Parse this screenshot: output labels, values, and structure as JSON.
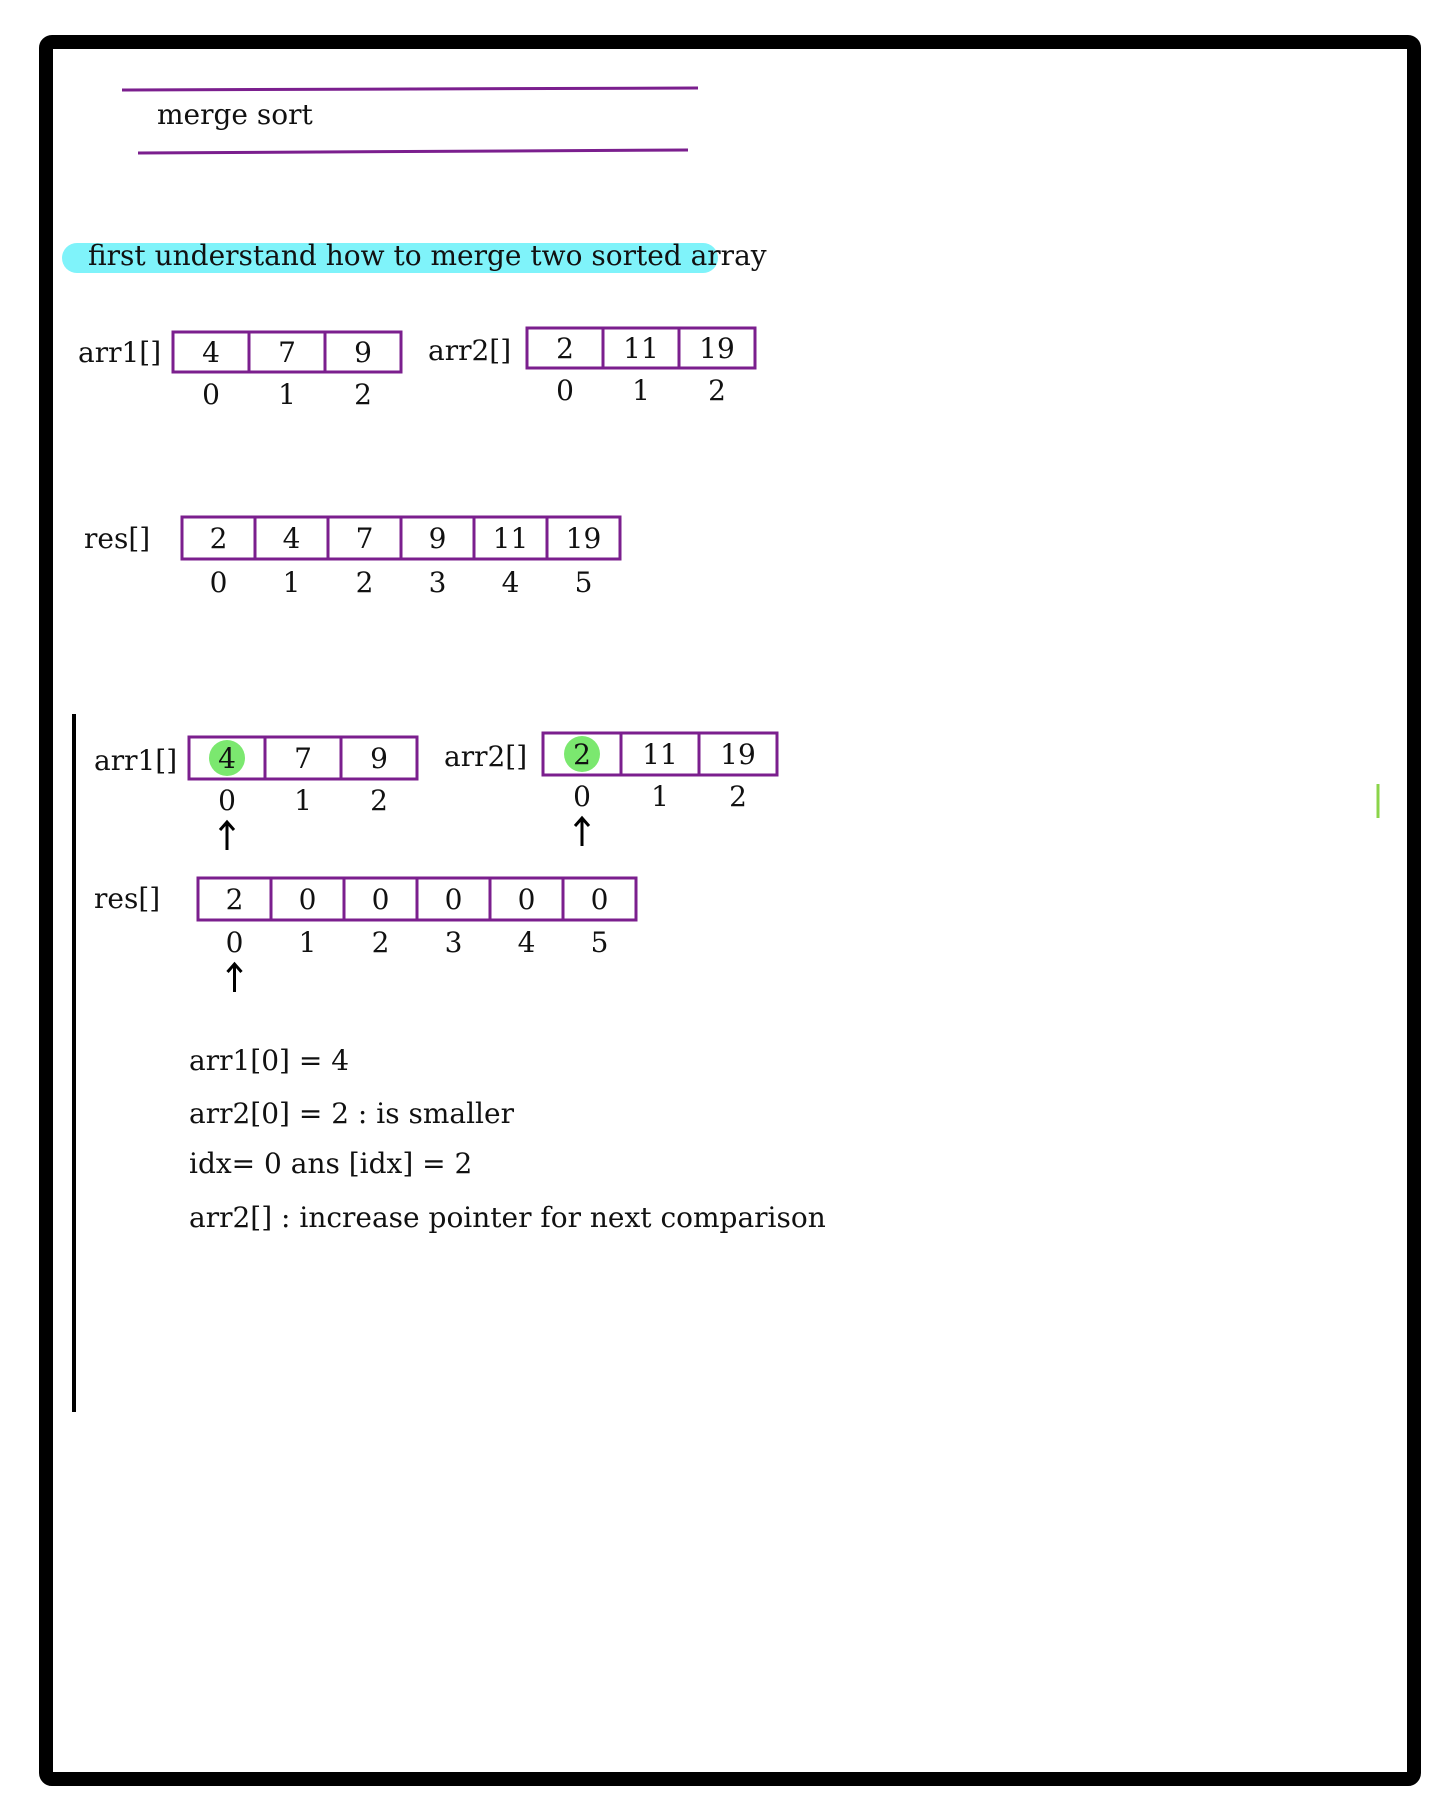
{
  "colors": {
    "frame": "#000000",
    "box_stroke": "#7b1f8e",
    "title_rule": "#7b1f8e",
    "highlight_banner": "#7ff3fa",
    "highlight_circle": "#7be86f",
    "accent_mark": "#8bd44a",
    "ink": "#111111"
  },
  "title": "merge sort",
  "banner": "first understand how to merge two sorted array",
  "example": {
    "arr1": {
      "label": "arr1[]",
      "values": [
        "4",
        "7",
        "9"
      ],
      "indices": [
        "0",
        "1",
        "2"
      ]
    },
    "arr2": {
      "label": "arr2[]",
      "values": [
        "2",
        "11",
        "19"
      ],
      "indices": [
        "0",
        "1",
        "2"
      ]
    },
    "res": {
      "label": "res[]",
      "values": [
        "2",
        "4",
        "7",
        "9",
        "11",
        "19"
      ],
      "indices": [
        "0",
        "1",
        "2",
        "3",
        "4",
        "5"
      ]
    }
  },
  "step": {
    "arr1": {
      "label": "arr1[]",
      "values": [
        "4",
        "7",
        "9"
      ],
      "indices": [
        "0",
        "1",
        "2"
      ],
      "highlighted_index": 0,
      "pointer_index": 0
    },
    "arr2": {
      "label": "arr2[]",
      "values": [
        "2",
        "11",
        "19"
      ],
      "indices": [
        "0",
        "1",
        "2"
      ],
      "highlighted_index": 0,
      "pointer_index": 0
    },
    "res": {
      "label": "res[]",
      "values": [
        "2",
        "0",
        "0",
        "0",
        "0",
        "0"
      ],
      "indices": [
        "0",
        "1",
        "2",
        "3",
        "4",
        "5"
      ],
      "pointer_index": 0
    },
    "pointer_icon": "up-arrow-icon",
    "notes": [
      "arr1[0] = 4",
      "arr2[0] = 2 : is smaller",
      "idx= 0 ans [idx] = 2",
      "arr2[] : increase pointer for next comparison"
    ]
  }
}
